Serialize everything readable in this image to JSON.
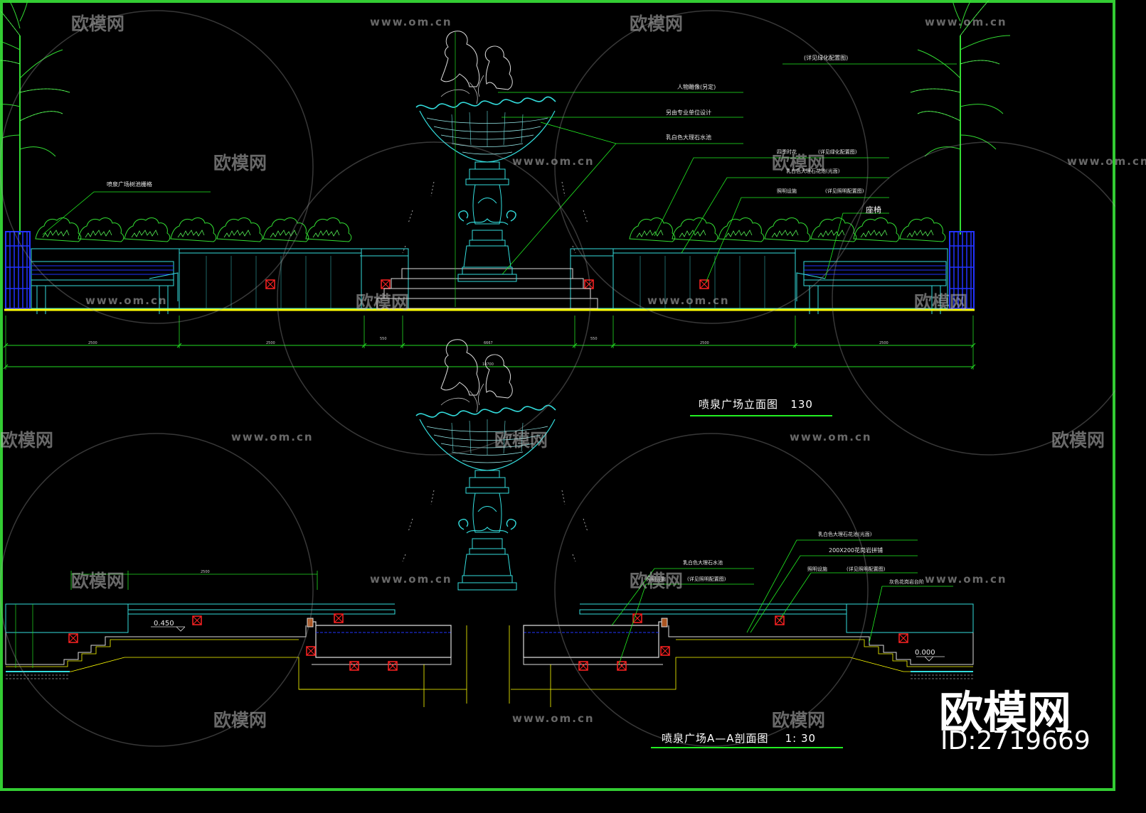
{
  "drawing": {
    "elevation_title": "喷泉广场立面图",
    "elevation_scale": "130",
    "section_title": "喷泉广场A—A剖面图",
    "section_scale": "1: 30"
  },
  "elevation_labels": {
    "sculpture": "人物雕像(另定)",
    "specialist": "另由专业单位设计",
    "marble_pool": "乳白色大理石水池",
    "planter_grille": "喷泉广场树池栅格",
    "greening_ref": "(详见绿化配置图)",
    "seasonal_plants": "四季时花",
    "seasonal_ref": "(详见绿化配置图)",
    "marble_planter": "乳白色大理石花池(光面)",
    "lighting": "照明设施",
    "lighting_ref": "(详见照明配置图)",
    "bench": "座椅"
  },
  "section_labels": {
    "marble_planter": "乳白色大理石花池(光面)",
    "paving": "200X200花岗岩拼铺",
    "lighting": "照明设施",
    "lighting_ref": "(详见照明配置图)",
    "steps": "灰色花岗岩台阶",
    "marble_pool": "乳白色大理石水池",
    "pool_lighting": "照明设施",
    "pool_lighting_ref": "(详见照明配置图)",
    "level_upper": "0.450",
    "level_ground": "0.000"
  },
  "dimensions": {
    "total": "14700",
    "seg_left_1": "2500",
    "seg_left_2": "2500",
    "seg_gap_1": "550",
    "seg_center": "6667",
    "seg_gap_2": "550",
    "seg_right_1": "2500",
    "seg_right_2": "2500",
    "section_top_left": "2500"
  },
  "watermarks": {
    "brand": "欧模网",
    "url": "www.om.cn",
    "id": "ID:2719669"
  },
  "colors": {
    "frame": "#33cc33",
    "cad_green": "#22dd22",
    "cad_cyan": "#33dddd",
    "cad_blue": "#2233ff",
    "cad_yellow": "#ffff00",
    "cad_red": "#ff2222",
    "leader": "#22ee22"
  }
}
